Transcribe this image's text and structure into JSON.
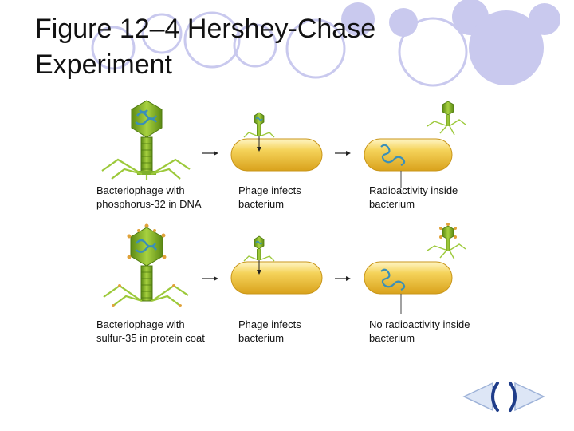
{
  "title_lines": [
    "Figure 12–4 Hershey-Chase",
    "Experiment"
  ],
  "rows": [
    {
      "captions": [
        "Bacteriophage with phosphorus-32 in DNA",
        "Phage infects bacterium",
        "Radioactivity inside bacterium"
      ]
    },
    {
      "captions": [
        "Bacteriophage with sulfur-35 in protein coat",
        "Phage infects bacterium",
        "No radioactivity inside bacterium"
      ]
    }
  ],
  "colors": {
    "deco_circle": "#c9c9ee",
    "phage_green": "#7fb02a",
    "bacterium": "#f0c636",
    "dna_blue": "#3aa0c8",
    "nav": "#1f3d8a"
  },
  "icons": {
    "prev": "chevron-left-icon",
    "next": "chevron-right-icon"
  }
}
